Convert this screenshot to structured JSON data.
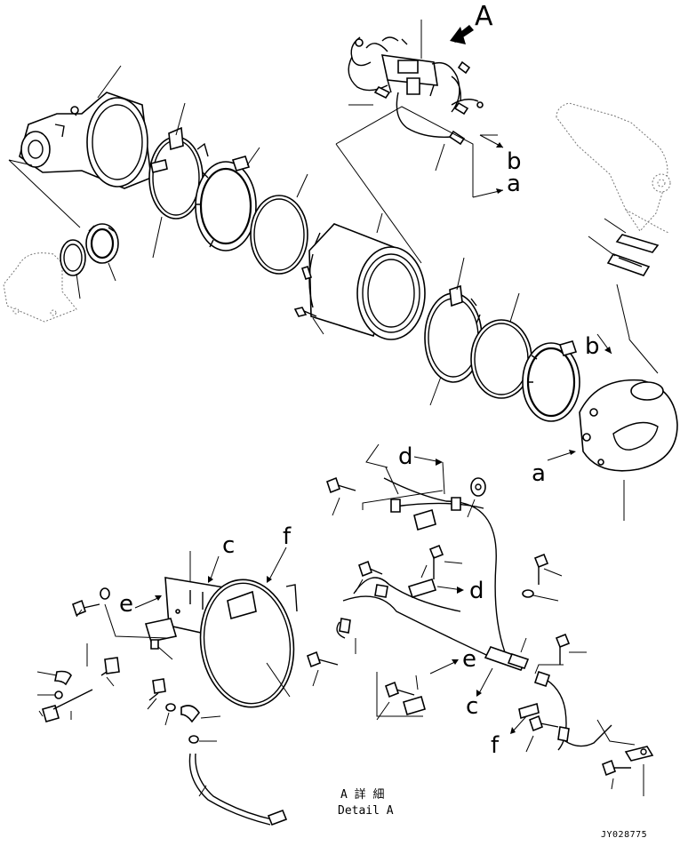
{
  "labels": {
    "view_a": "A",
    "a": "a",
    "b": "b",
    "c": "c",
    "d": "d",
    "e": "e",
    "f": "f"
  },
  "caption": {
    "line1": "A 詳 細",
    "line2": "Detail A"
  },
  "drawing_code": "JY028775"
}
